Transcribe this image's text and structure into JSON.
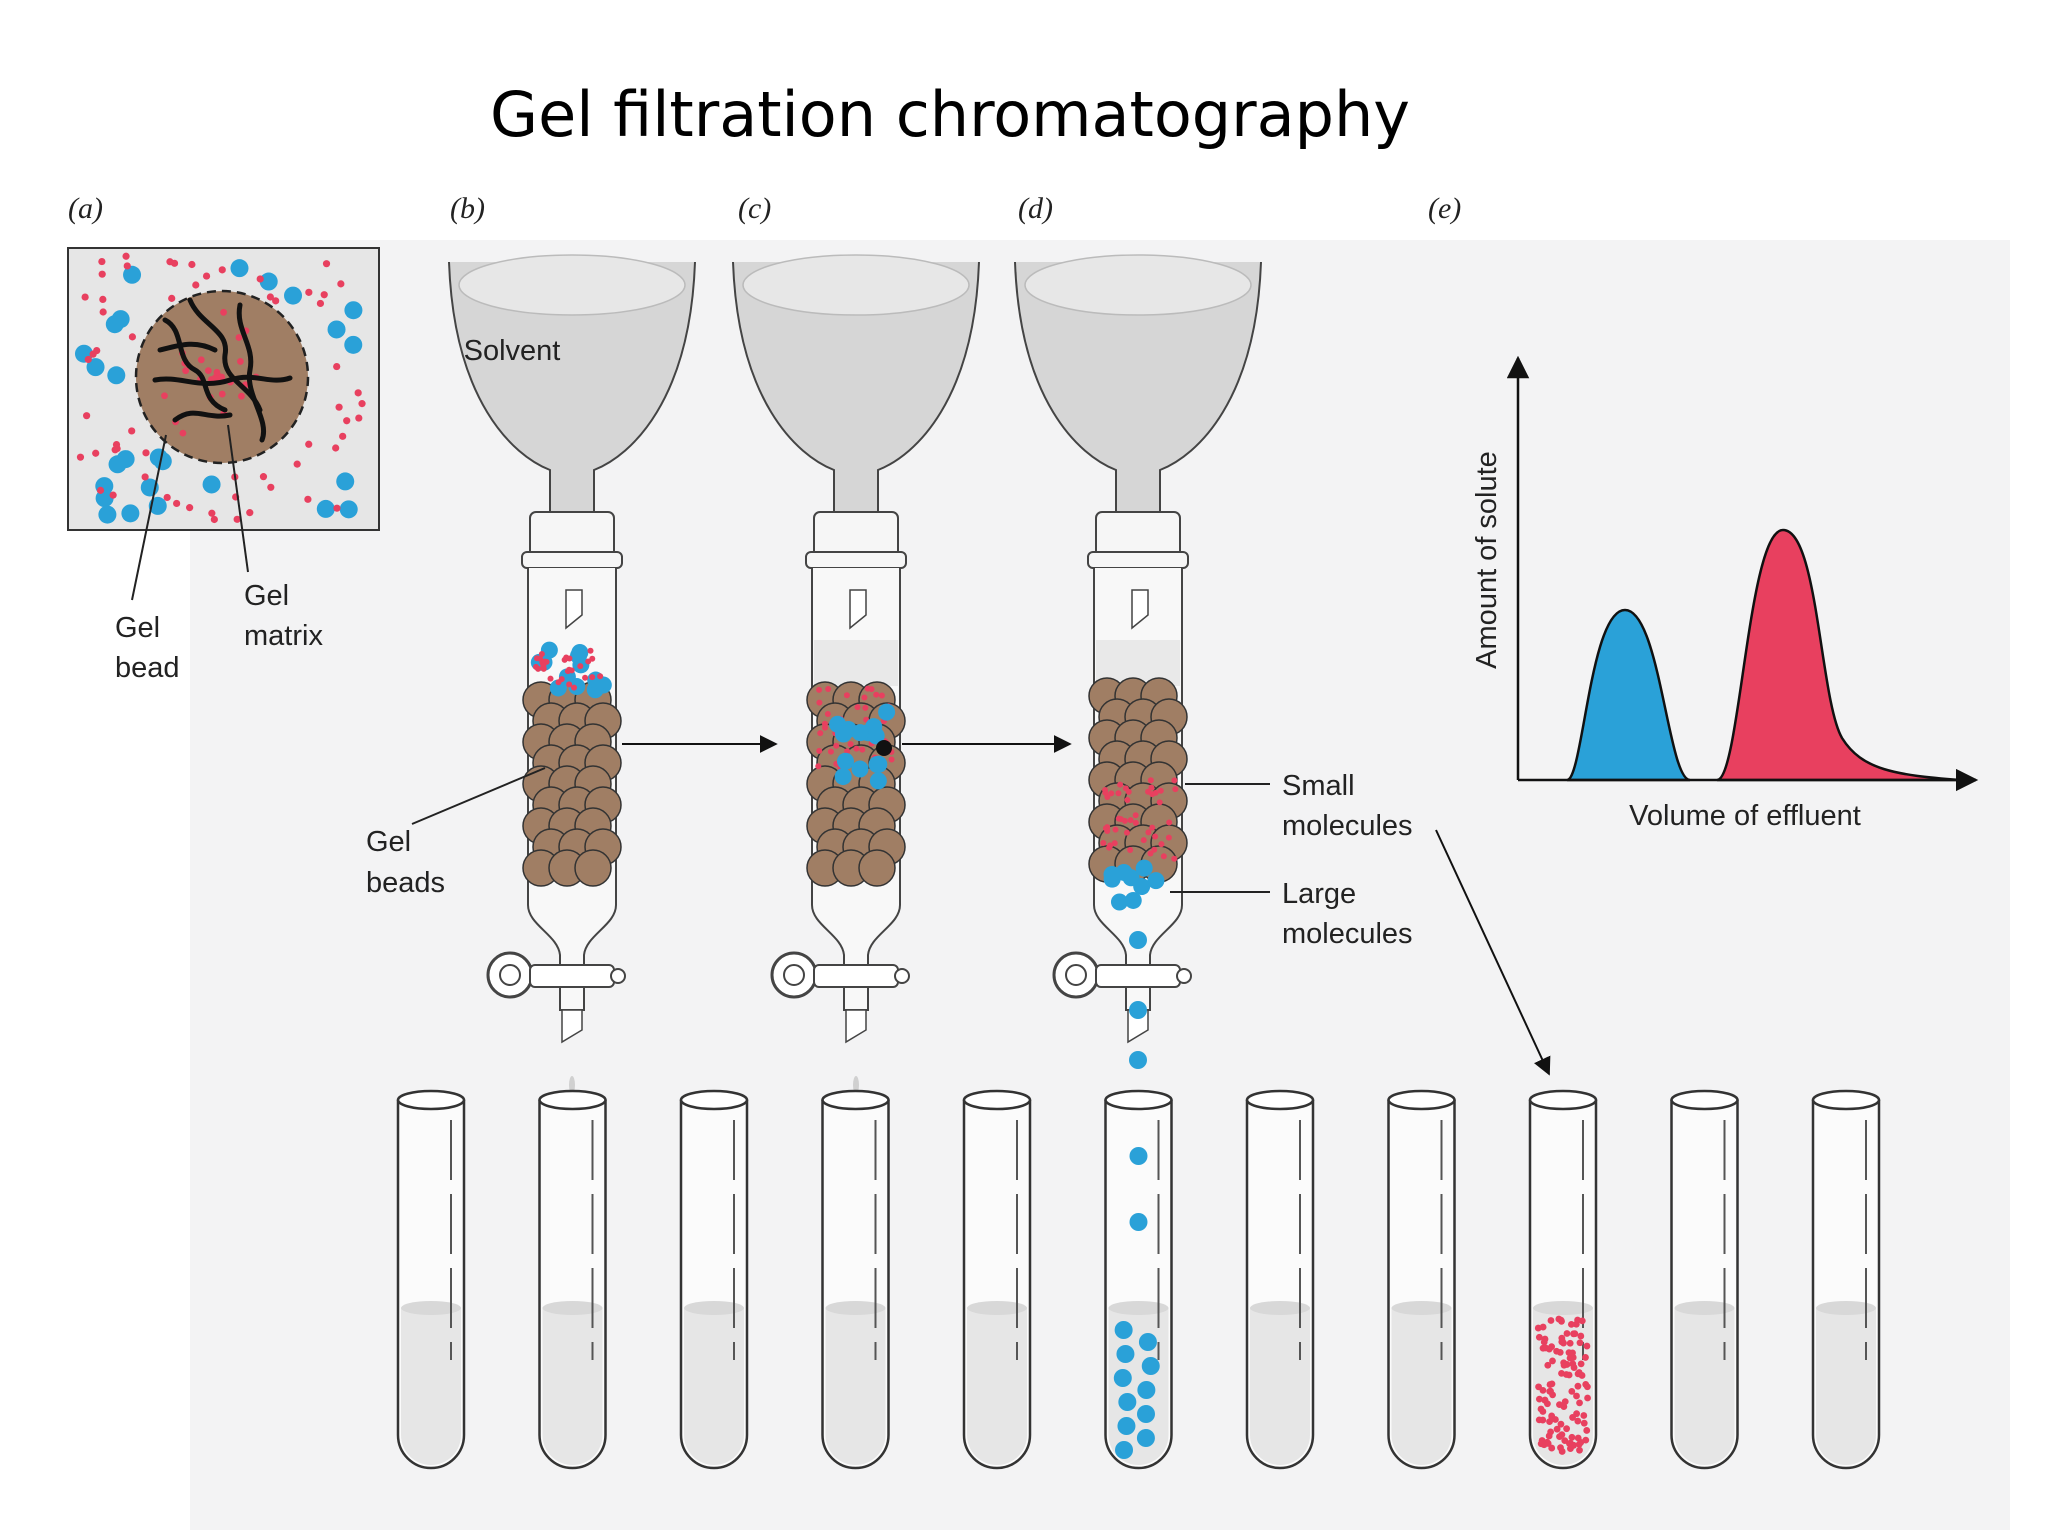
{
  "title": "Gel filtration chromatography",
  "panels": {
    "a": "(a)",
    "b": "(b)",
    "c": "(c)",
    "d": "(d)",
    "e": "(e)"
  },
  "labels": {
    "gel_bead_1": "Gel",
    "gel_bead_2": "bead",
    "gel_matrix_1": "Gel",
    "gel_matrix_2": "matrix",
    "solvent": "Solvent",
    "gel_beads_1": "Gel",
    "gel_beads_2": "beads",
    "small_molecules_1": "Small",
    "small_molecules_2": "molecules",
    "large_molecules_1": "Large",
    "large_molecules_2": "molecules"
  },
  "graph": {
    "y_label": "Amount of solute",
    "x_label": "Volume of effluent"
  },
  "colors": {
    "large_molecule": "#2aa1d8",
    "small_molecule": "#e8405f",
    "bead": "#a07e64",
    "glass": "#e6e6e6",
    "gray_bg": "#f3f3f4"
  },
  "tube_count": 11
}
